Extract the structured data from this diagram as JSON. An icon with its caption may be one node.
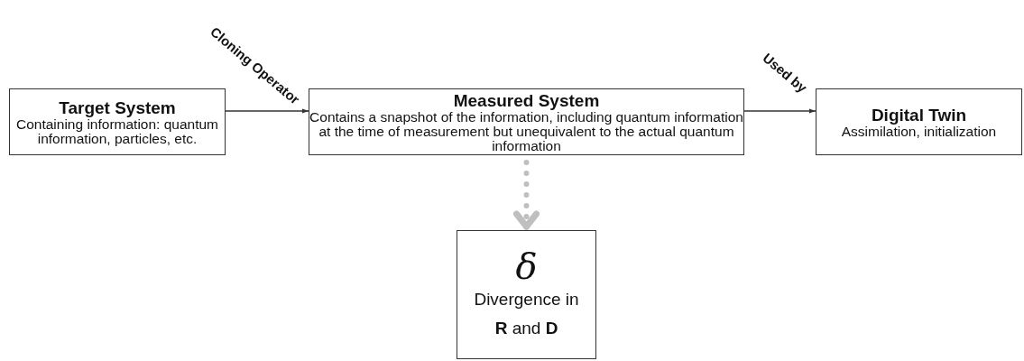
{
  "diagram": {
    "nodes": [
      {
        "text": [
          "Target System",
          "Containing information: quantum information, particles, etc."
        ]
      },
      {
        "text": [
          "Measured System",
          "Contains a snapshot of the information, including quantum information at the time of measurement but unequivalent to the actual quantum information"
        ]
      },
      {
        "text": [
          "Digital Twin",
          "Assimilation, initialization"
        ]
      },
      {
        "text": [
          "δ",
          "Divergence in **R** and **D**"
        ]
      }
    ],
    "edges": [
      {
        "from": 0,
        "to": 1,
        "arrow": "to",
        "label": "Cloning Operator"
      },
      {
        "from": 1,
        "to": 2,
        "arrow": "to",
        "label": "Used by"
      },
      {
        "from": 1,
        "to": 3,
        "arrow": "to",
        "style": "dashed",
        "color": "#bfbfbf"
      }
    ]
  }
}
